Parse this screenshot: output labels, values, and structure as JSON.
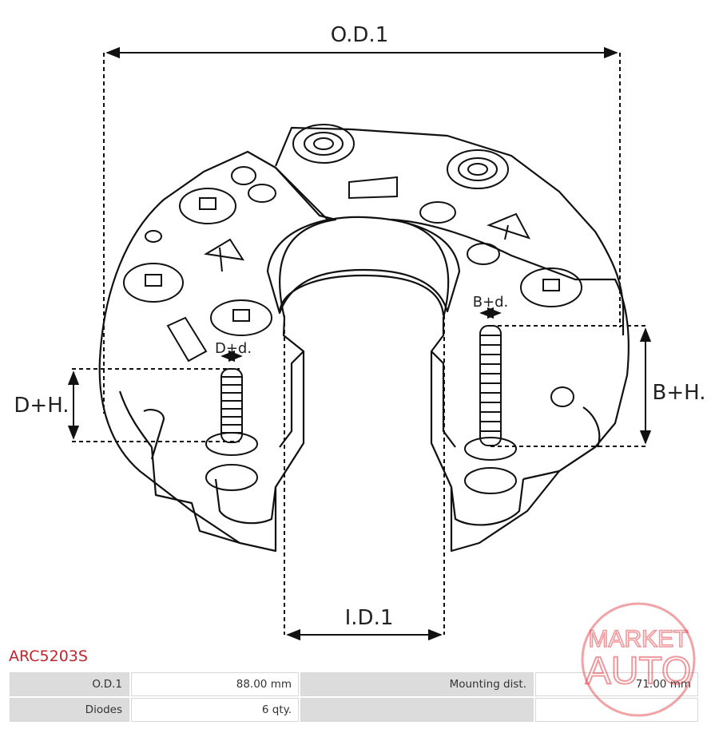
{
  "diagram": {
    "labels": {
      "od": "O.D.1",
      "id": "I.D.1",
      "dh": "D+H.",
      "dd": "D+d.",
      "bd": "B+d.",
      "bh": "B+H."
    }
  },
  "product": {
    "code": "ARC5203S"
  },
  "specs": {
    "rows": [
      {
        "label1": "O.D.1",
        "value1": "88.00 mm",
        "label2": "Mounting dist.",
        "value2": "71.00 mm"
      },
      {
        "label1": "Diodes",
        "value1": "6 qty.",
        "label2": "",
        "value2": ""
      }
    ]
  },
  "watermark": {
    "line1": "MARKET",
    "line2": "AUTO",
    "color": "#e0323a"
  }
}
